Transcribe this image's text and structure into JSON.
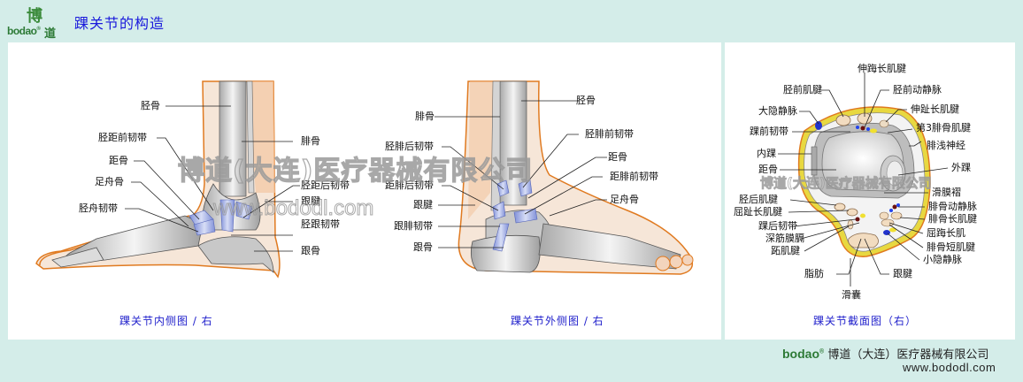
{
  "header": {
    "logo_char_top": "博",
    "logo_word": "bodao",
    "logo_reg": "®",
    "logo_char_bottom": "道",
    "title": "踝关节的构造"
  },
  "medial_view": {
    "caption": "踝关节内侧图 / 右",
    "labels": [
      "胫骨",
      "胫距前韧带",
      "距骨",
      "足舟骨",
      "胫舟韧带",
      "腓骨",
      "胫距后韧带",
      "跟腱",
      "胫跟韧带",
      "跟骨"
    ]
  },
  "lateral_view": {
    "caption": "踝关节外侧图 / 右",
    "labels": [
      "腓骨",
      "胫腓后韧带",
      "距腓后韧带",
      "跟腱",
      "跟腓韧带",
      "跟骨",
      "胫骨",
      "胫腓前韧带",
      "距骨",
      "距腓前韧带",
      "足舟骨"
    ]
  },
  "cross_section": {
    "caption": "踝关节截面图（右）",
    "labels": [
      "伸踇长肌腱",
      "胫前肌腱",
      "胫前动静脉",
      "大隐静脉",
      "伸趾长肌腱",
      "踝前韧带",
      "第3腓骨肌腱",
      "腓浅神经",
      "内踝",
      "外踝",
      "距骨",
      "滑膜褶",
      "胫后肌腱",
      "腓骨动静脉",
      "屈趾长肌腱",
      "腓骨长肌腱",
      "踝后韧带",
      "屈踇长肌",
      "深筋膜膈",
      "腓骨短肌腱",
      "跖肌腱",
      "小隐静脉",
      "脂肪",
      "跟腱",
      "滑囊"
    ]
  },
  "watermark": {
    "company": "博道(大连)医疗器械有限公司",
    "url": "www.bododl.com"
  },
  "footer": {
    "logo": "bodao",
    "reg": "®",
    "company": "博道（大连）医疗器械有限公司",
    "url": "www.bododl.com"
  },
  "colors": {
    "background": "#d4ede9",
    "title": "#1a1adc",
    "caption": "#2222cc",
    "skin_outline": "#e07a20",
    "skin_fill": "#f7e3d2",
    "bone": "#c8c8c8",
    "ligament": "#8c9be0",
    "fat_layer": "#e8d840",
    "logo_green": "#2d7a36"
  }
}
